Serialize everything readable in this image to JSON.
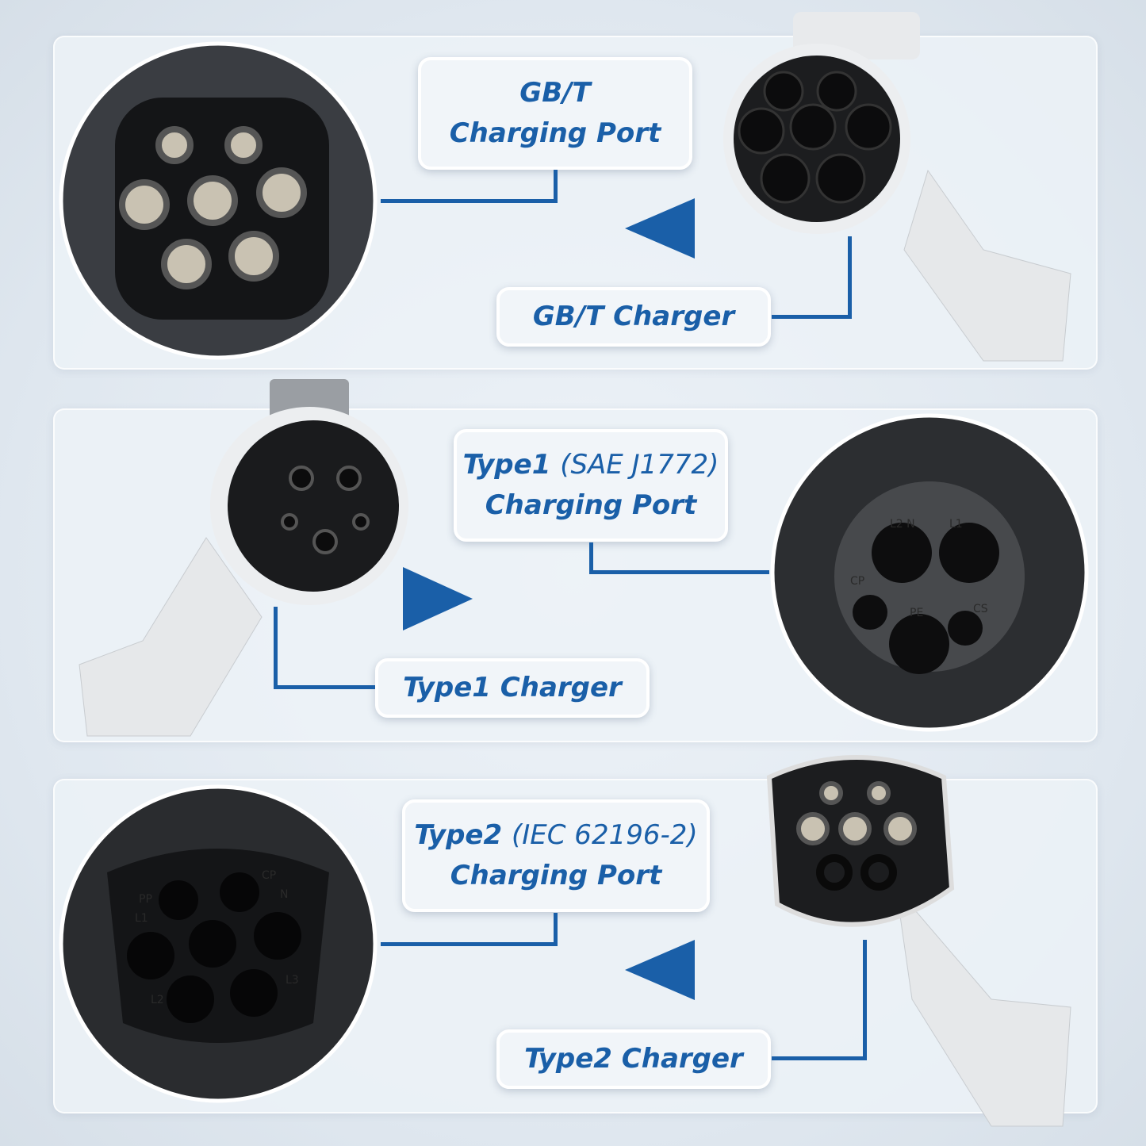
{
  "accent_color": "#1a5fa8",
  "sections": [
    {
      "port_label": {
        "line1": "GB/T",
        "line2": "Charging Port"
      },
      "charger_label": "GB/T Charger",
      "arrow_direction": "left"
    },
    {
      "port_label": {
        "standard": "Type1",
        "spec": "(SAE J1772)",
        "line2": "Charging Port"
      },
      "charger_label": "Type1 Charger",
      "arrow_direction": "right",
      "pin_labels": [
        "L2 N",
        "L1",
        "CP",
        "PE",
        "CS"
      ]
    },
    {
      "port_label": {
        "standard": "Type2",
        "spec": "(IEC 62196-2)",
        "line2": "Charging Port"
      },
      "charger_label": "Type2 Charger",
      "arrow_direction": "left",
      "pin_labels": [
        "PP",
        "CP",
        "L1",
        "N",
        "L3",
        "L2"
      ]
    }
  ]
}
